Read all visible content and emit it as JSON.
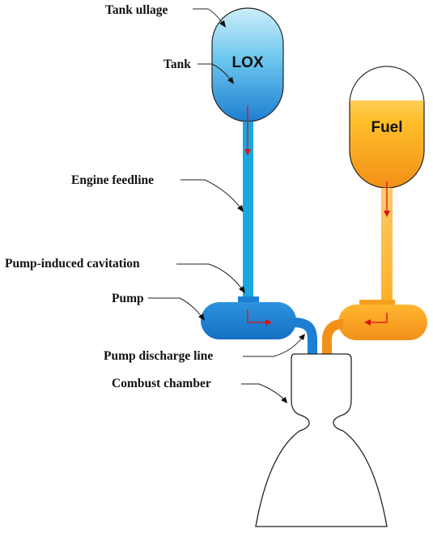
{
  "tanks": {
    "lox_label": "LOX",
    "fuel_label": "Fuel"
  },
  "labels": {
    "tank_ullage": "Tank ullage",
    "tank": "Tank",
    "engine_feedline": "Engine feedline",
    "pump_induced_cavitation": "Pump-induced cavitation",
    "pump": "Pump",
    "pump_discharge_line": "Pump discharge line",
    "combust_chamber": "Combust chamber"
  },
  "colors": {
    "lox_light": "#cdeefa",
    "lox_mid": "#5cc0ec",
    "lox_dark": "#1f7fd0",
    "feedline_blue": "#1aa6e0",
    "pump_blue": "#1c7fd4",
    "fuel_light": "#ffe9a8",
    "fuel_mid": "#ffbf2a",
    "fuel_dark": "#f29018",
    "fuel_line": "#ffc24a",
    "flow_arrow": "#e01010"
  }
}
